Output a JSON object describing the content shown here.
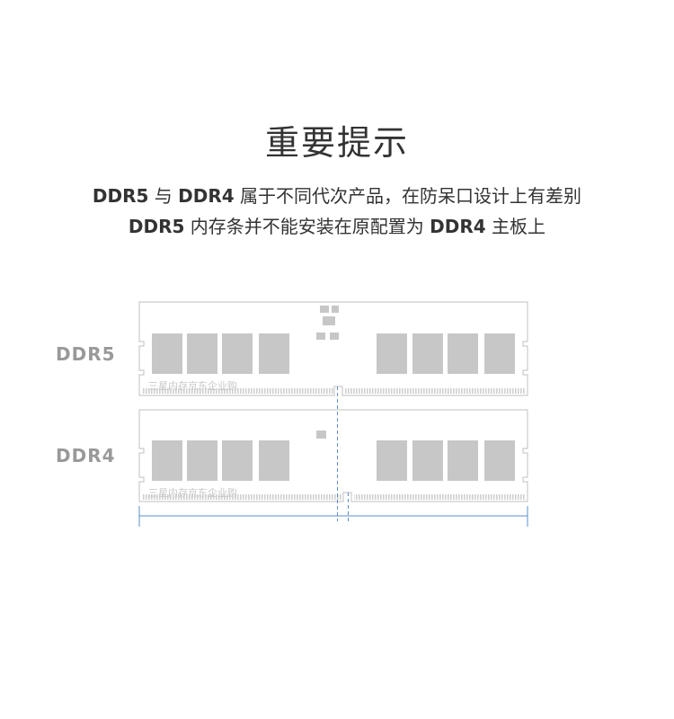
{
  "title": "重要提示",
  "lines": [
    {
      "a": "DDR5",
      "b": " 与 ",
      "c": "DDR4",
      "d": " 属于不同代次产品，在防呆口设计上有差别"
    },
    {
      "a": "DDR5",
      "b": " 内存条并不能安装在原配置为 ",
      "c": "DDR4",
      "d": " 主板上"
    }
  ],
  "modules": {
    "ddr5_label": "DDR5",
    "ddr4_label": "DDR4",
    "watermark": "三星内存京东企业购"
  },
  "colors": {
    "outline": "#cccccc",
    "chip": "#c7c7c7",
    "guide": "#5b8fc9"
  }
}
